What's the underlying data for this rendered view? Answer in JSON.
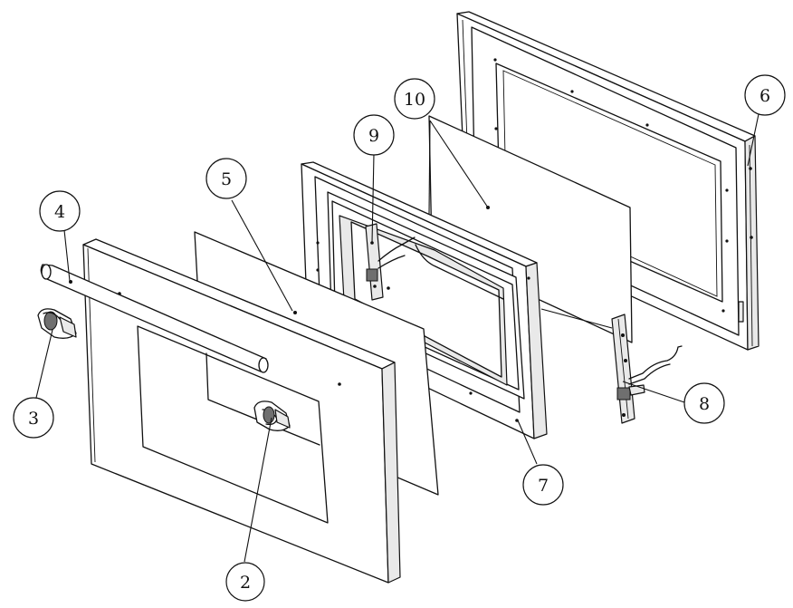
{
  "diagram": {
    "callouts": [
      {
        "id": "c1",
        "label": "2"
      },
      {
        "id": "c2",
        "label": "3"
      },
      {
        "id": "c3",
        "label": "4"
      },
      {
        "id": "c4",
        "label": "5"
      },
      {
        "id": "c5",
        "label": "6"
      },
      {
        "id": "c6",
        "label": "7"
      },
      {
        "id": "c7",
        "label": "8"
      },
      {
        "id": "c8",
        "label": "9"
      },
      {
        "id": "c9",
        "label": "10"
      }
    ]
  }
}
